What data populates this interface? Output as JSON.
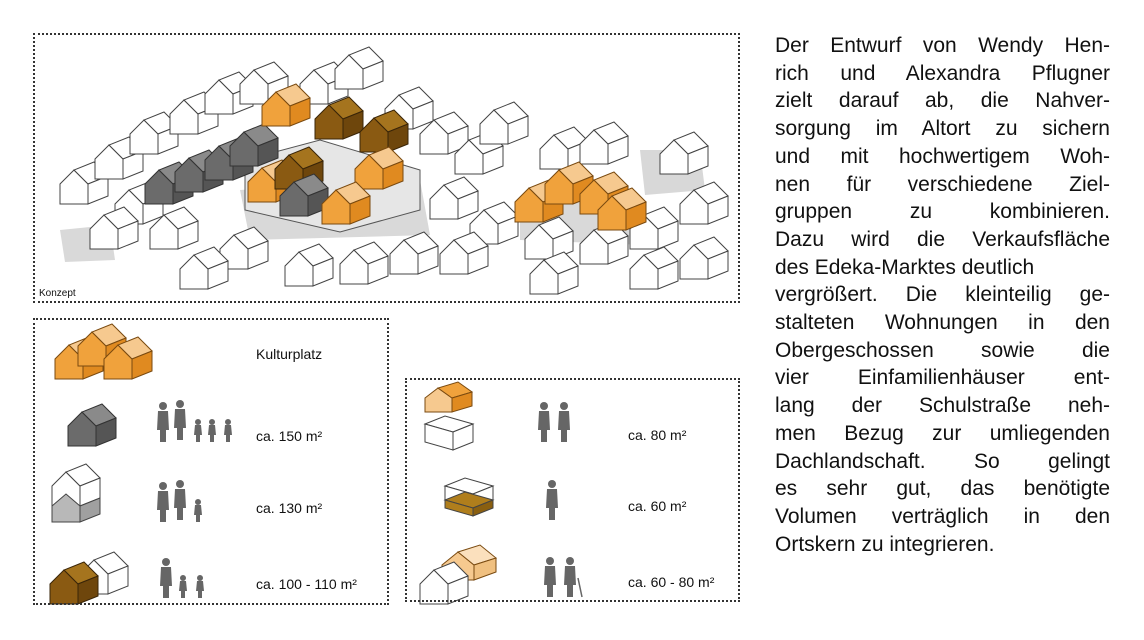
{
  "panels": {
    "concept_label": "Konzept",
    "legend_items": [
      {
        "label": "Kulturplatz"
      },
      {
        "label": "ca. 150 m²"
      },
      {
        "label": "ca. 130 m²"
      },
      {
        "label": "ca. 100 - 110 m²"
      },
      {
        "label": "ca. 80 m²"
      },
      {
        "label": "ca. 60 m²"
      },
      {
        "label": "ca. 60 - 80 m²"
      }
    ]
  },
  "colors": {
    "orange": "#f0a23c",
    "light_orange": "#f6c98f",
    "dark_gray": "#6b6b6b",
    "mid_gray": "#b8b8b8",
    "brown": "#8a5a12",
    "gold": "#b07e1c"
  },
  "description": {
    "lines": [
      "Der Entwurf von Wendy Hen-",
      "rich und Alexandra Pflugner",
      "zielt darauf ab, die Nahver-",
      "sorgung im Altort zu sichern",
      "und mit hochwertigem Woh-",
      "nen für verschiedene Ziel-",
      "gruppen zu kombinieren.",
      "Dazu wird die Verkaufsfläche",
      "des Edeka-Marktes deutlich",
      "vergrößert. Die kleinteilig ge-",
      "stalteten Wohnungen in den",
      "Obergeschossen sowie die",
      "vier Einfamilienhäuser ent-",
      "lang der Schulstraße neh-",
      "men Bezug zur umliegenden",
      "Dachlandschaft. So gelingt",
      "es sehr gut, das benötigte",
      "Volumen verträglich in den",
      "Ortskern zu integrieren."
    ]
  }
}
